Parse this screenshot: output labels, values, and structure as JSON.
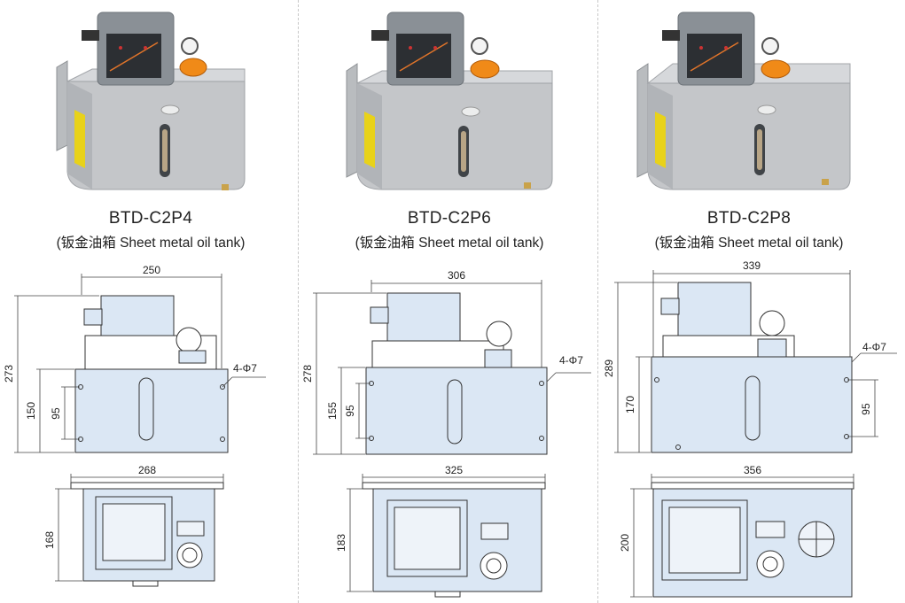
{
  "colors": {
    "tank_fill": "#dbe7f4",
    "line": "#333333",
    "dim_line": "#444444",
    "steel": "#c7c9cc",
    "housing": "#8a9096",
    "yellow_label": "#e8d21a",
    "orange_cap": "#f08a18"
  },
  "products": [
    {
      "model": "BTD-C2P4",
      "subtitle": "(钣金油箱 Sheet metal oil tank)",
      "dims": {
        "width": "250",
        "height": "273",
        "tank_height": "150",
        "mount_spacing": "95",
        "holes": "4-Φ7",
        "base_width": "268",
        "depth": "168"
      }
    },
    {
      "model": "BTD-C2P6",
      "subtitle": "(钣金油箱 Sheet metal oil tank)",
      "dims": {
        "width": "306",
        "height": "278",
        "tank_height": "155",
        "mount_spacing": "95",
        "holes": "4-Φ7",
        "base_width": "325",
        "depth": "183"
      }
    },
    {
      "model": "BTD-C2P8",
      "subtitle": "(钣金油箱 Sheet metal oil tank)",
      "dims": {
        "width": "339",
        "height": "289",
        "tank_height": "170",
        "mount_spacing": "95",
        "holes": "4-Φ7",
        "base_width": "356",
        "depth": "200"
      }
    }
  ]
}
